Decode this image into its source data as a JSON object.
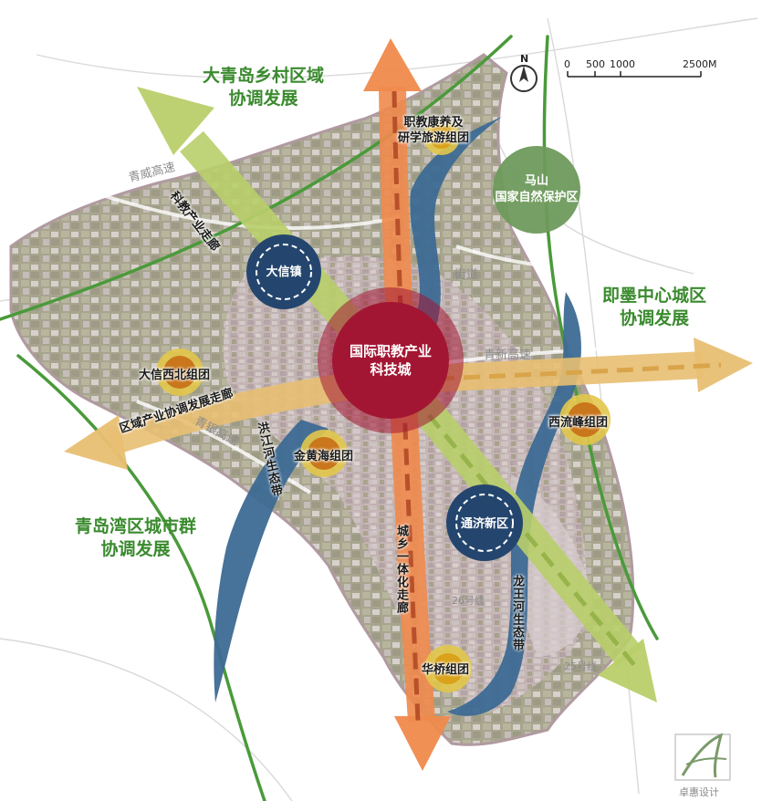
{
  "regions": {
    "rural": [
      "大青岛乡村区域",
      "协调发展"
    ],
    "jimo": [
      "即墨中心城区",
      "协调发展"
    ],
    "bay": [
      "青岛湾区城市群",
      "协调发展"
    ]
  },
  "core": {
    "name_line1": "国际职教产业",
    "name_line2": "科技城"
  },
  "towns": {
    "daxin": "大信镇",
    "tongji": "通济新区"
  },
  "reserve": {
    "line1": "马山",
    "line2": "国家自然保护区"
  },
  "clusters": {
    "vocational": [
      "职教康养及",
      "研学旅游组团"
    ],
    "daxin_nw": "大信西北组团",
    "jinhuanghai": "金黄海组团",
    "xiliufeng": "西流峰组团",
    "huaqiao": "华桥组团"
  },
  "corridors": {
    "tech_industry": "科教产业走廊",
    "regional_industry": "区域产业协调发展走廊",
    "urban_rural": "城乡一体化走廊",
    "moyang_river": "洪江河生态带",
    "longwang_river": "龙王河生态带"
  },
  "roads": {
    "qingwei": "青威高速",
    "qingxin": "青新高速",
    "qingyin": "青银高速",
    "jie_dao": "街道",
    "line26": "26号线",
    "line25": "25号线"
  },
  "north_label": "N",
  "scale": {
    "labels": [
      "0",
      "500",
      "1000",
      "2500M"
    ]
  },
  "logo": {
    "text": "卓惠设计"
  },
  "colors": {
    "rural_boundary": "#c9b8bc",
    "green_corridor": "#b9cf6a",
    "orange_corridor": "#ef8a4c",
    "tan_corridor": "#e8bf72",
    "river_belt": "#3d6a94",
    "core": "#a31633",
    "town": "#24466e",
    "reserve": "#6e9a5c",
    "cluster": "#d9a21a",
    "region_text": "#3a8a2e"
  }
}
